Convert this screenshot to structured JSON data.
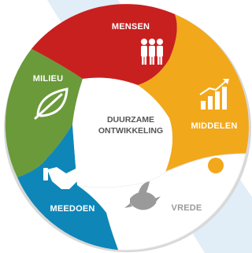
{
  "diagram": {
    "center": {
      "line1": "DUURZAME",
      "line2": "ONTWIKKELING"
    },
    "segments": [
      {
        "label": "MENSEN",
        "color": "#c8201f",
        "icon": "people-icon"
      },
      {
        "label": "MIDDELEN",
        "color": "#f2a81b",
        "icon": "growth-chart-icon"
      },
      {
        "label": "VREDE",
        "color": "#ffffff",
        "icon": "dove-icon"
      },
      {
        "label": "MEEDOEN",
        "color": "#0e86b8",
        "icon": "handshake-icon"
      },
      {
        "label": "MILIEU",
        "color": "#6a9a3a",
        "icon": "leaf-icon"
      }
    ],
    "background_color": "#e1eef8"
  }
}
